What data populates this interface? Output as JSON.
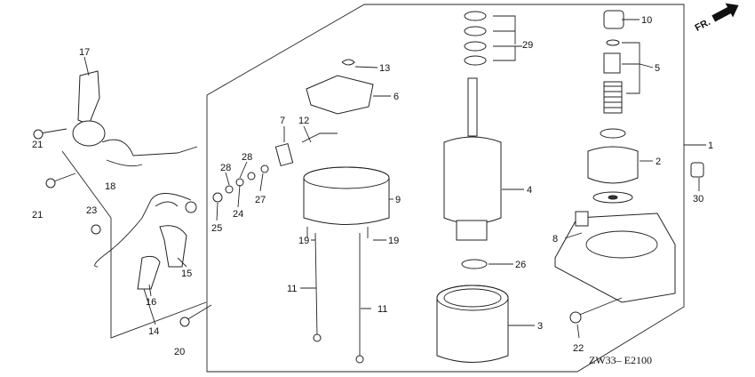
{
  "diagram": {
    "code": "ZW33– E2100",
    "front_marker": "FR.",
    "labels": {
      "p1": "1",
      "p2": "2",
      "p3": "3",
      "p4": "4",
      "p5": "5",
      "p6": "6",
      "p7": "7",
      "p8": "8",
      "p9": "9",
      "p10": "10",
      "p11a": "11",
      "p11b": "11",
      "p12": "12",
      "p13": "13",
      "p14": "14",
      "p15": "15",
      "p16": "16",
      "p17": "17",
      "p18": "18",
      "p19a": "19",
      "p19b": "19",
      "p20": "20",
      "p21a": "21",
      "p21b": "21",
      "p22": "22",
      "p23": "23",
      "p24": "24",
      "p25": "25",
      "p26": "26",
      "p27": "27",
      "p28a": "28",
      "p28b": "28",
      "p29": "29",
      "p30": "30"
    }
  }
}
